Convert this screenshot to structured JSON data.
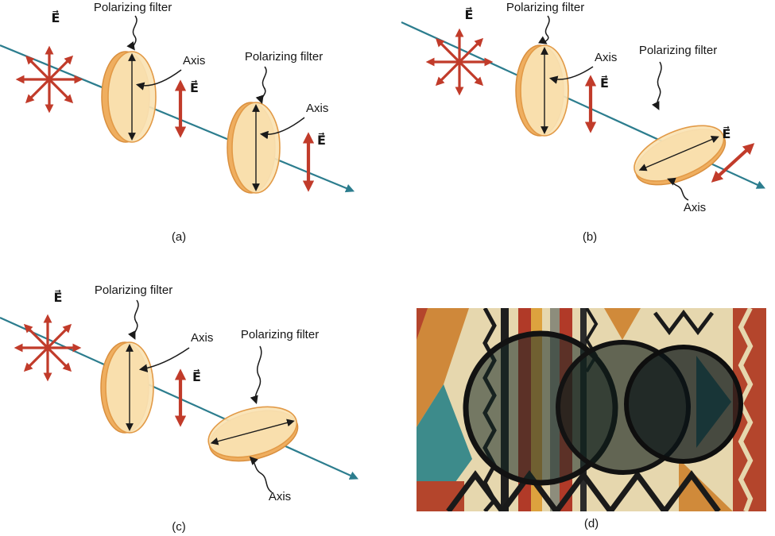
{
  "figure": {
    "colors": {
      "ray_teal": "#2c7d8e",
      "arrow_red": "#c13b2a",
      "filter_fill": "#fae3b4",
      "filter_rim": "#e29a47",
      "label_black": "#161616"
    }
  },
  "panel_a": {
    "caption": "(a)",
    "filter1_label": "Polarizing filter",
    "filter2_label": "Polarizing filter",
    "axis1_label": "Axis",
    "axis2_label": "Axis",
    "e_incident": "E⃗",
    "e_between": "E⃗",
    "e_transmitted": "E⃗"
  },
  "panel_b": {
    "caption": "(b)",
    "filter1_label": "Polarizing filter",
    "filter2_label": "Polarizing filter",
    "axis1_label": "Axis",
    "axis2_label": "Axis",
    "e_incident": "E⃗",
    "e_between": "E⃗",
    "e_transmitted": "E⃗"
  },
  "panel_c": {
    "caption": "(c)",
    "filter1_label": "Polarizing filter",
    "filter2_label": "Polarizing filter",
    "axis1_label": "Axis",
    "axis2_label": "Axis",
    "e_incident": "E⃗",
    "e_between": "E⃗"
  },
  "panel_d": {
    "caption": "(d)"
  }
}
